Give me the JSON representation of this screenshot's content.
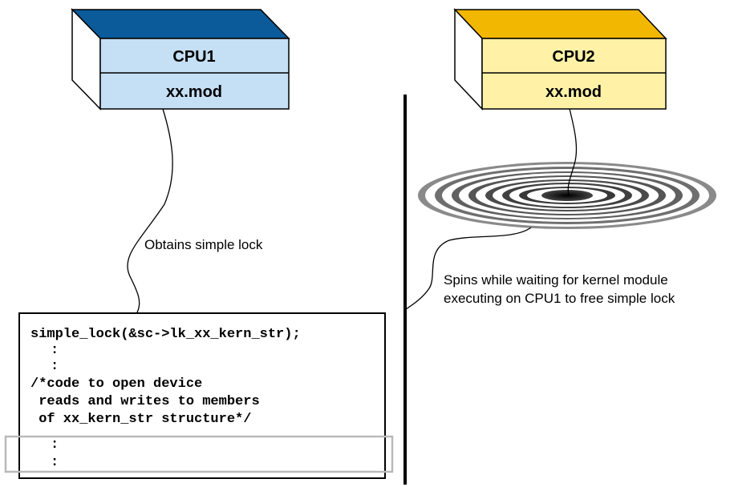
{
  "cpu1": {
    "name": "CPU1",
    "module": "xx.mod",
    "front_color": "#c5dff5",
    "top_color": "#0b5a99"
  },
  "cpu2": {
    "name": "CPU2",
    "module": "xx.mod",
    "front_color": "#fff2a6",
    "top_color": "#f2b700"
  },
  "cpu1_annotation": "Obtains simple lock",
  "cpu2_annotation": {
    "line1": "Spins while waiting for kernel module",
    "line2": "executing on CPU1 to free simple lock"
  },
  "code_lines": [
    "simple_lock(&sc->lk_xx_kern_str);",
    ":",
    ":",
    "/*code to open device",
    " reads and writes to members",
    " of xx_kern_str structure*/",
    ":",
    ":"
  ]
}
